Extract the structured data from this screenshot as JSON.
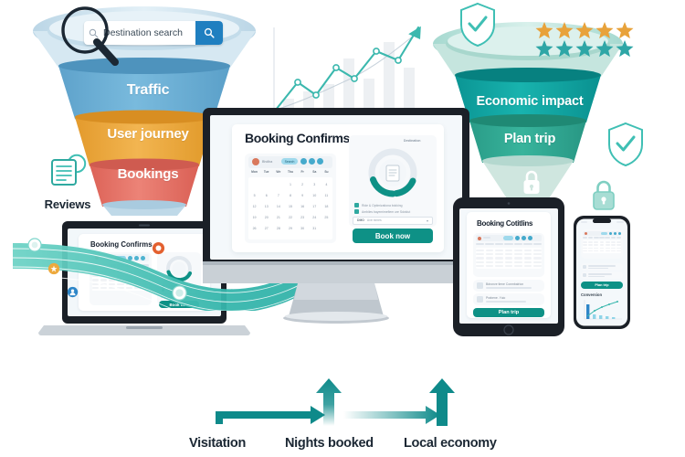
{
  "scene": {
    "background": "#ffffff",
    "description": "Tourism analytics marketing illustration with two funnels, devices and KPI arrows"
  },
  "search": {
    "value": "Destination search",
    "placeholder": "Destination search",
    "button_icon": "search-icon",
    "leading_icon": "search-icon",
    "button_color": "#1F7FC0",
    "magnifier_icon": "magnifying-glass-icon"
  },
  "left_funnel": {
    "name": "acquisition-funnel",
    "rim_color": "#CFE3EF",
    "stages": [
      {
        "label": "Traffic",
        "color": "#6BAED6"
      },
      {
        "label": "User journey",
        "color": "#ECA93F"
      },
      {
        "label": "Bookings",
        "color": "#E37368"
      }
    ],
    "spout_color": "#BFD9E8"
  },
  "right_funnel": {
    "name": "impact-funnel",
    "rim_color": "#BCE3DC",
    "stages": [
      {
        "label": "Economic impact",
        "color": "#0FA3A3"
      },
      {
        "label": "Plan trip",
        "color": "#2EA893"
      }
    ],
    "spout_color": "#CFE6DF"
  },
  "ratings": {
    "name": "star-rating",
    "rows": [
      {
        "count": 5,
        "color": "#E8A23A"
      },
      {
        "count": 5,
        "color": "#2EA6A6"
      }
    ]
  },
  "reviews": {
    "label": "Reviews",
    "icon": "document-comment-icon",
    "color": "#3FBFB4"
  },
  "trust_icons": [
    {
      "name": "shield-check-icon-top",
      "icon": "shield-check-icon",
      "style": "outline",
      "color": "#3FBFB4"
    },
    {
      "name": "shield-check-icon-right",
      "icon": "shield-check-icon",
      "style": "outline",
      "color": "#3FBFB4"
    },
    {
      "name": "lock-icon-funnel",
      "icon": "lock-icon",
      "style": "solid",
      "color": "#ffffff"
    },
    {
      "name": "lock-icon-right",
      "icon": "lock-icon",
      "style": "solid",
      "color": "#A8DDD4"
    }
  ],
  "background_chart": {
    "type": "line",
    "title": "",
    "xlabel": "",
    "ylabel": "",
    "line_color": "#3BB8AE",
    "bar_color": "#E8EDF2",
    "grid": false,
    "legend": false,
    "x": [
      0,
      1,
      2,
      3,
      4,
      5,
      6,
      7
    ],
    "values": [
      0,
      22,
      14,
      38,
      30,
      54,
      46,
      82
    ],
    "ylim": [
      0,
      90
    ],
    "bars": [
      8,
      14,
      20,
      44,
      26,
      58,
      34,
      48
    ],
    "marker": "circle",
    "arrow_head": true
  },
  "phone_chart": {
    "type": "line",
    "title": "Conversion",
    "line_color": "#3BB8AE",
    "bar_color": "#2E86C8",
    "x": [
      1,
      2,
      3,
      4,
      5
    ],
    "values": [
      14,
      30,
      44,
      58,
      72
    ],
    "bars": [
      38,
      10,
      8,
      6,
      5
    ],
    "ylim": [
      0,
      80
    ],
    "grid": false,
    "legend": false
  },
  "devices": {
    "desktop": {
      "name": "desktop-monitor",
      "screen_title": "Booking Confirms",
      "cta_label": "Book now",
      "user_name": "Bhdiba",
      "chip_label": "Search",
      "calendar": {
        "weekdays": [
          "Mon",
          "Tue",
          "We",
          "Thu",
          "Fr",
          "Sa",
          "Su"
        ],
        "weeks": [
          [
            "",
            "",
            "",
            "1",
            "2",
            "3",
            "4"
          ],
          [
            "5",
            "6",
            "7",
            "8",
            "9",
            "10",
            "11"
          ],
          [
            "12",
            "13",
            "14",
            "15",
            "16",
            "17",
            "18"
          ],
          [
            "19",
            "20",
            "21",
            "22",
            "23",
            "24",
            "25"
          ],
          [
            "26",
            "27",
            "28",
            "29",
            "30",
            "31",
            ""
          ]
        ]
      },
      "donut": {
        "value_color": "#0E9186",
        "track_color": "#E2E8EE",
        "center_icon": "document-icon"
      },
      "checklist": [
        "Ride & Optimizationa bokking",
        "Ambiles bayemimefiem ure Sdvidut"
      ],
      "select_label": "DMO",
      "select_value": "Ave nimes",
      "brand_label": "Destination"
    },
    "laptop": {
      "name": "laptop",
      "screen_title": "Booking Confirms",
      "cta_label": "Book now"
    },
    "tablet": {
      "name": "tablet",
      "screen_title": "Booking Cotitlins",
      "cta_label": "Plan trip",
      "list_items": [
        "Bdronve tiene Conmbalrion",
        "Prabene. Yuio"
      ]
    },
    "phone": {
      "name": "smartphone",
      "cta_label": "Plan trip",
      "chart_title": "Conversion"
    }
  },
  "kpi_flow": {
    "name": "kpi-arrow-flow",
    "arrow_color": "#0E8A8A",
    "steps": [
      {
        "label": "Visitation"
      },
      {
        "label": "Nights booked"
      },
      {
        "label": "Local economy"
      }
    ]
  }
}
